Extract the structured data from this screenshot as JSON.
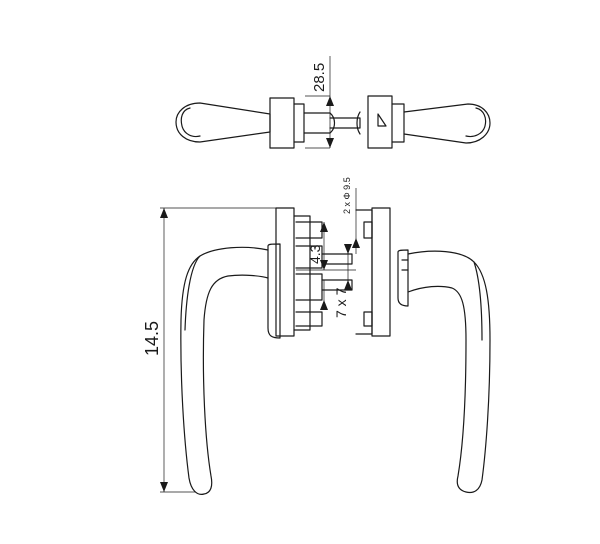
{
  "dimensions": {
    "handle_height": "14.5",
    "rosette_width": "28.5",
    "offset_a": "4.3",
    "square_spindle": "7 x 7",
    "screw_holes": "2 x Φ 9.5"
  }
}
